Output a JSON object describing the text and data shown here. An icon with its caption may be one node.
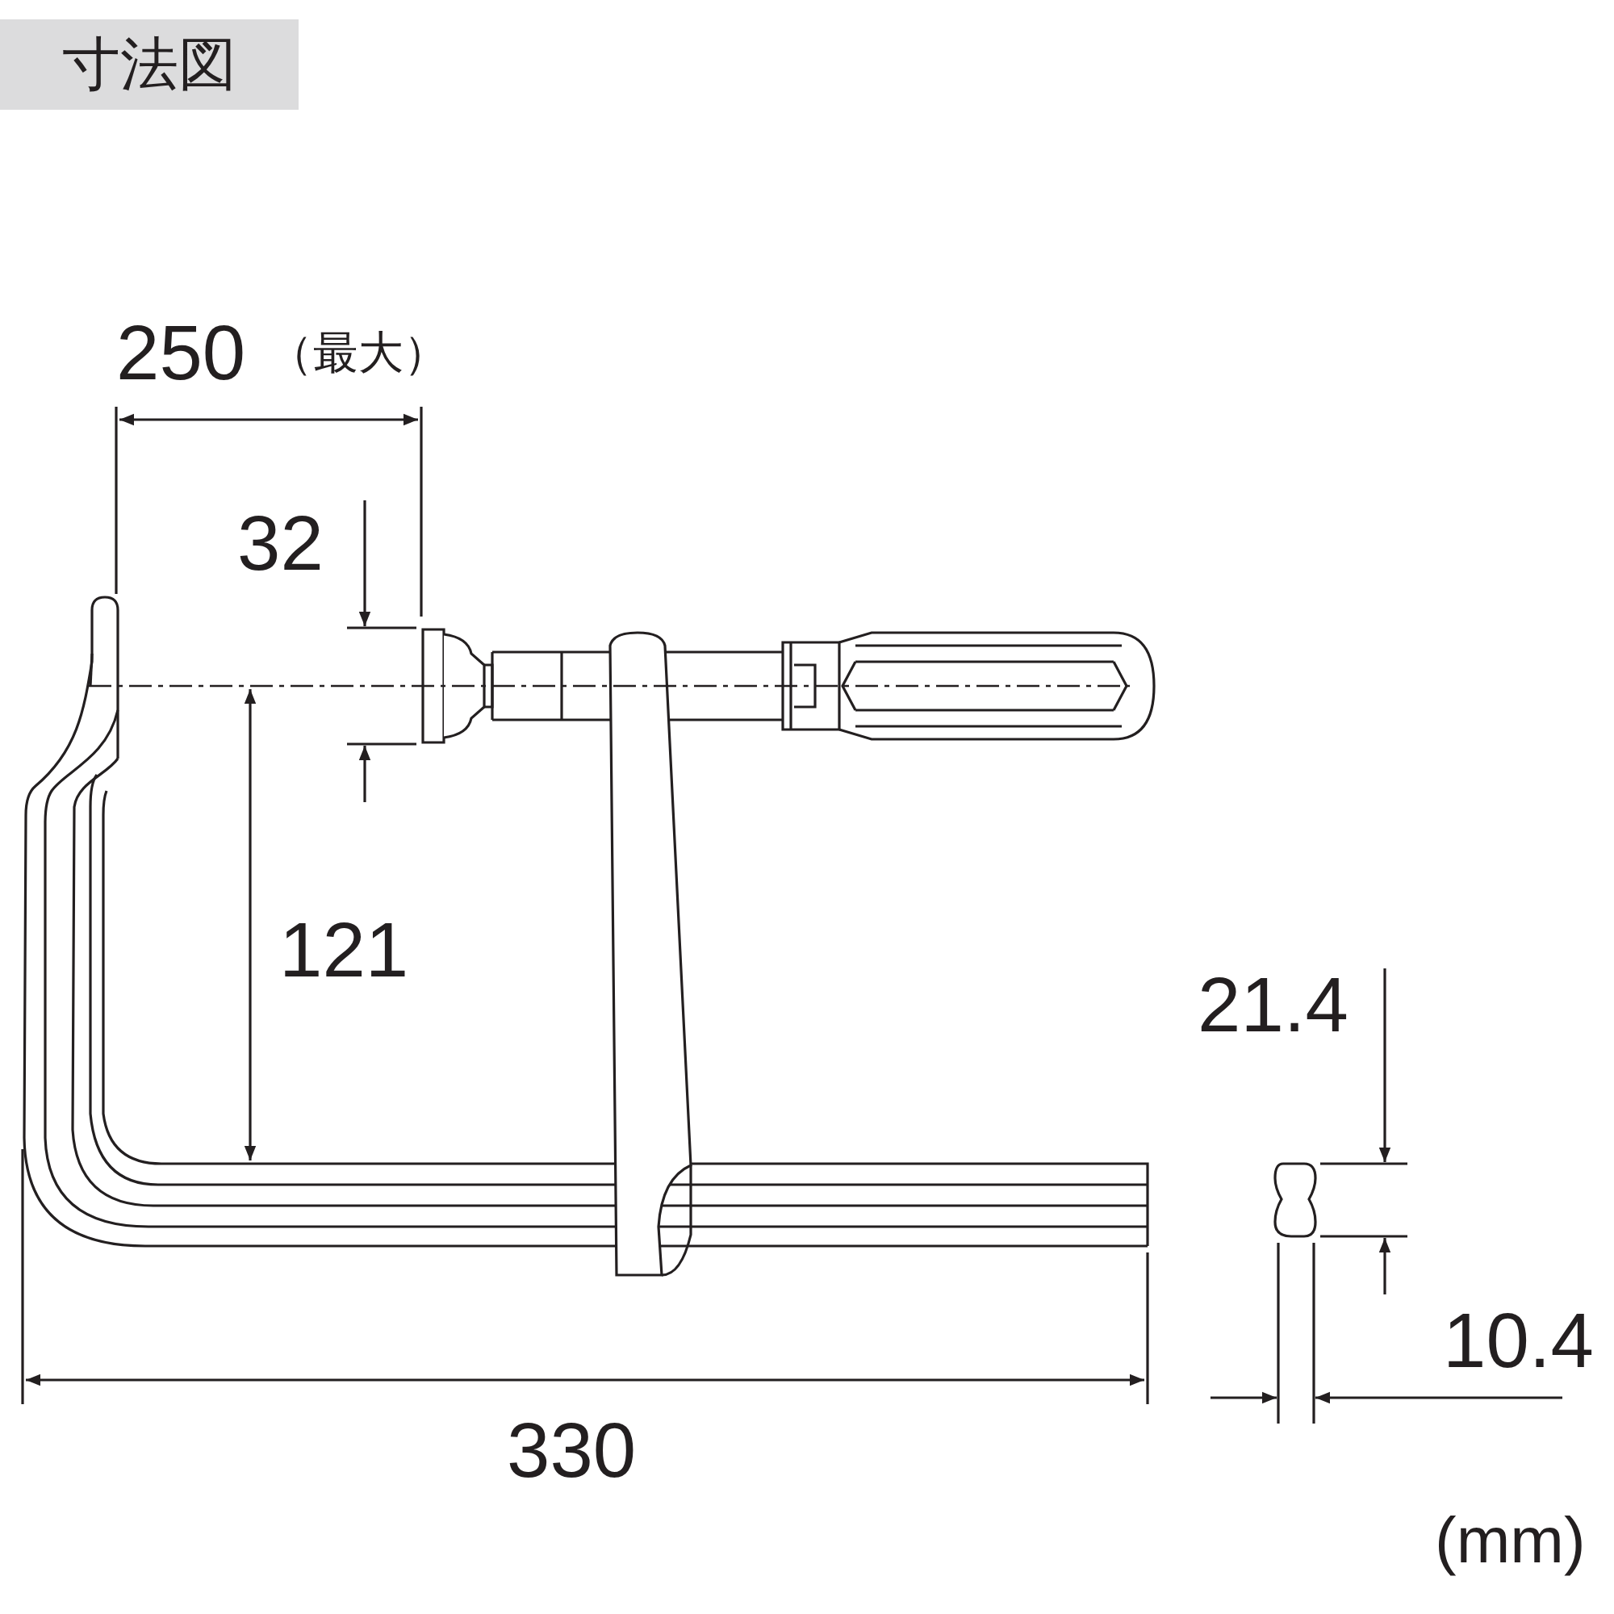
{
  "diagram": {
    "title": "寸法図",
    "labels": [
      "250",
      "（最大）",
      "32",
      "121",
      "21.4",
      "10.4",
      "330",
      "(mm)"
    ]
  }
}
